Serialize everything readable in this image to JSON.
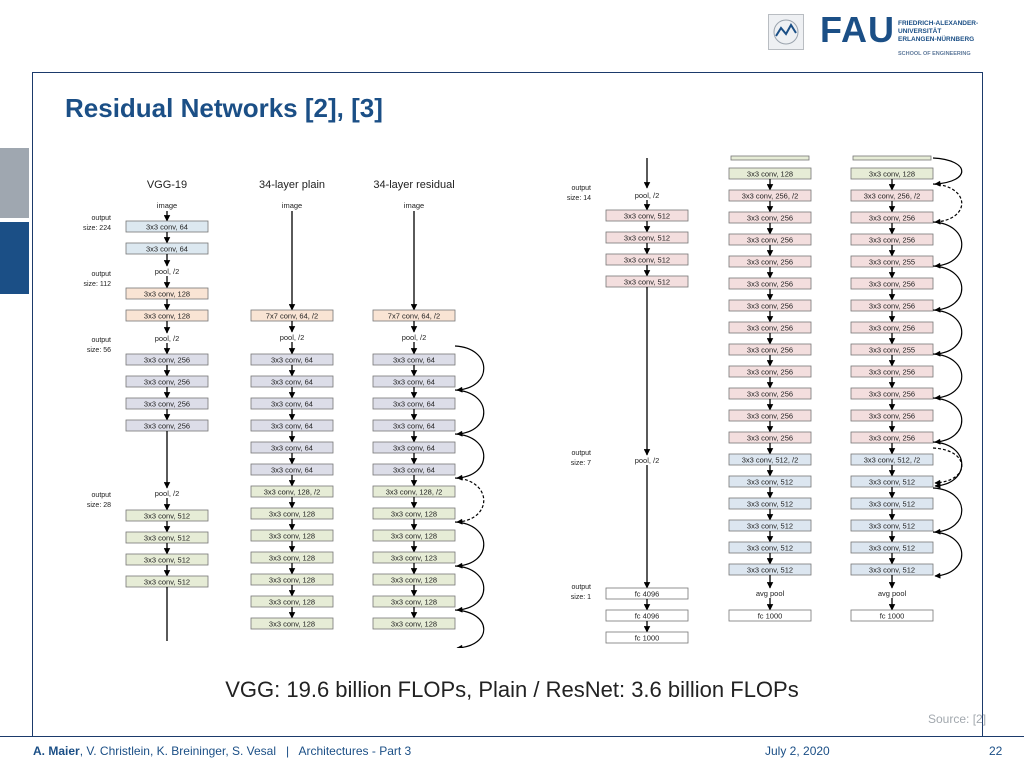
{
  "header": {
    "logo_text": "FAU",
    "university_lines": [
      "FRIEDRICH-ALEXANDER-",
      "UNIVERSITÄT",
      "ERLANGEN-NÜRNBERG"
    ],
    "school": "SCHOOL OF ENGINEERING"
  },
  "slide": {
    "title": "Residual Networks [2], [3]",
    "caption": "VGG: 19.6 billion FLOPs,  Plain / ResNet: 3.6 billion FLOPs",
    "source": "Source: [2]"
  },
  "footer": {
    "author_bold": "A. Maier",
    "authors_rest": ", V. Christlein, K. Breininger, S. Vesal",
    "separator": "|",
    "lecture": "Architectures - Part 3",
    "date": "July 2, 2020",
    "page": "22"
  },
  "figure": {
    "colors": {
      "conv64": "#dcdde8",
      "conv128": "#e6ecd6",
      "conv256": "#f3dede",
      "conv512": "#dce6f0",
      "fc": "#ffffff",
      "vgg64": "#dce8f0",
      "vgg128": "#f9e4d4",
      "vgg256": "#dcdde8",
      "vgg512": "#e6ecd6"
    },
    "headers": {
      "vgg": "VGG-19",
      "plain": "34-layer plain",
      "residual": "34-layer residual"
    },
    "image_label": "image",
    "output_labels": [
      [
        "output",
        "size: 224"
      ],
      [
        "output",
        "size: 112"
      ],
      [
        "output",
        "size: 56"
      ],
      [
        "output",
        "size: 28"
      ],
      [
        "output",
        "size: 14"
      ],
      [
        "output",
        "size: 7"
      ],
      [
        "output",
        "size: 1"
      ]
    ],
    "vgg_left": [
      {
        "label": "3x3 conv, 64",
        "t": "vgg64"
      },
      {
        "label": "3x3 conv, 64",
        "t": "vgg64"
      },
      {
        "label": "pool, /2",
        "t": "text"
      },
      {
        "label": "3x3 conv, 128",
        "t": "vgg128"
      },
      {
        "label": "3x3 conv, 128",
        "t": "vgg128"
      },
      {
        "label": "pool, /2",
        "t": "text"
      },
      {
        "label": "3x3 conv, 256",
        "t": "vgg256"
      },
      {
        "label": "3x3 conv, 256",
        "t": "vgg256"
      },
      {
        "label": "3x3 conv, 256",
        "t": "vgg256"
      },
      {
        "label": "3x3 conv, 256",
        "t": "vgg256"
      },
      {
        "label": "pool, /2",
        "t": "text"
      },
      {
        "label": "3x3 conv, 512",
        "t": "vgg512"
      },
      {
        "label": "3x3 conv, 512",
        "t": "vgg512"
      },
      {
        "label": "3x3 conv, 512",
        "t": "vgg512"
      },
      {
        "label": "3x3 conv, 512",
        "t": "vgg512"
      }
    ],
    "vgg_right": [
      {
        "label": "pool, /2",
        "t": "text"
      },
      {
        "label": "3x3 conv, 512",
        "t": "conv256"
      },
      {
        "label": "3x3 conv, 512",
        "t": "conv256"
      },
      {
        "label": "3x3 conv, 512",
        "t": "conv256"
      },
      {
        "label": "3x3 conv, 512",
        "t": "conv256"
      },
      {
        "label": "pool, /2",
        "t": "text"
      },
      {
        "label": "fc 4096",
        "t": "fc"
      },
      {
        "label": "fc 4096",
        "t": "fc"
      },
      {
        "label": "fc 1000",
        "t": "fc"
      }
    ],
    "plain_left": [
      {
        "label": "7x7 conv, 64, /2",
        "t": "vgg128"
      },
      {
        "label": "pool, /2",
        "t": "text"
      },
      {
        "label": "3x3 conv, 64",
        "t": "conv64"
      },
      {
        "label": "3x3 conv, 64",
        "t": "conv64"
      },
      {
        "label": "3x3 conv, 64",
        "t": "conv64"
      },
      {
        "label": "3x3 conv, 64",
        "t": "conv64"
      },
      {
        "label": "3x3 conv, 64",
        "t": "conv64"
      },
      {
        "label": "3x3 conv, 64",
        "t": "conv64"
      },
      {
        "label": "3x3 conv, 128, /2",
        "t": "conv128"
      },
      {
        "label": "3x3 conv, 128",
        "t": "conv128"
      },
      {
        "label": "3x3 conv, 128",
        "t": "conv128"
      },
      {
        "label": "3x3 conv, 128",
        "t": "conv128"
      },
      {
        "label": "3x3 conv, 128",
        "t": "conv128"
      },
      {
        "label": "3x3 conv, 128",
        "t": "conv128"
      },
      {
        "label": "3x3 conv, 128",
        "t": "conv128"
      }
    ],
    "residual_left": [
      {
        "label": "7x7 conv, 64, /2",
        "t": "vgg128"
      },
      {
        "label": "pool, /2",
        "t": "text"
      },
      {
        "label": "3x3 conv, 64",
        "t": "conv64"
      },
      {
        "label": "3x3 conv, 64",
        "t": "conv64"
      },
      {
        "label": "3x3 conv, 64",
        "t": "conv64"
      },
      {
        "label": "3x3 conv, 64",
        "t": "conv64"
      },
      {
        "label": "3x3 conv, 64",
        "t": "conv64"
      },
      {
        "label": "3x3 conv, 64",
        "t": "conv64"
      },
      {
        "label": "3x3 conv, 128, /2",
        "t": "conv128"
      },
      {
        "label": "3x3 conv, 128",
        "t": "conv128"
      },
      {
        "label": "3x3 conv, 128",
        "t": "conv128"
      },
      {
        "label": "3x3 conv, 123",
        "t": "conv128"
      },
      {
        "label": "3x3 conv, 128",
        "t": "conv128"
      },
      {
        "label": "3x3 conv, 128",
        "t": "conv128"
      },
      {
        "label": "3x3 conv, 128",
        "t": "conv128"
      }
    ],
    "plain_right": [
      {
        "label": "3x3 conv, 128",
        "t": "conv128"
      },
      {
        "label": "3x3 conv, 256, /2",
        "t": "conv256"
      },
      {
        "label": "3x3 conv, 256",
        "t": "conv256"
      },
      {
        "label": "3x3 conv, 256",
        "t": "conv256"
      },
      {
        "label": "3x3 conv, 256",
        "t": "conv256"
      },
      {
        "label": "3x3 conv, 256",
        "t": "conv256"
      },
      {
        "label": "3x3 conv, 256",
        "t": "conv256"
      },
      {
        "label": "3x3 conv, 256",
        "t": "conv256"
      },
      {
        "label": "3x3 conv, 256",
        "t": "conv256"
      },
      {
        "label": "3x3 conv, 256",
        "t": "conv256"
      },
      {
        "label": "3x3 conv, 256",
        "t": "conv256"
      },
      {
        "label": "3x3 conv, 256",
        "t": "conv256"
      },
      {
        "label": "3x3 conv, 256",
        "t": "conv256"
      },
      {
        "label": "3x3 conv, 512, /2",
        "t": "conv512"
      },
      {
        "label": "3x3 conv, 512",
        "t": "conv512"
      },
      {
        "label": "3x3 conv, 512",
        "t": "conv512"
      },
      {
        "label": "3x3 conv, 512",
        "t": "conv512"
      },
      {
        "label": "3x3 conv, 512",
        "t": "conv512"
      },
      {
        "label": "3x3 conv, 512",
        "t": "conv512"
      },
      {
        "label": "avg pool",
        "t": "text"
      },
      {
        "label": "fc 1000",
        "t": "fc"
      }
    ],
    "residual_right": [
      {
        "label": "3x3 conv, 128",
        "t": "conv128"
      },
      {
        "label": "3x3 conv, 256, /2",
        "t": "conv256"
      },
      {
        "label": "3x3 conv, 256",
        "t": "conv256"
      },
      {
        "label": "3x3 conv, 256",
        "t": "conv256"
      },
      {
        "label": "3x3 conv, 255",
        "t": "conv256"
      },
      {
        "label": "3x3 conv, 256",
        "t": "conv256"
      },
      {
        "label": "3x3 conv, 256",
        "t": "conv256"
      },
      {
        "label": "3x3 conv, 256",
        "t": "conv256"
      },
      {
        "label": "3x3 conv, 255",
        "t": "conv256"
      },
      {
        "label": "3x3 conv, 256",
        "t": "conv256"
      },
      {
        "label": "3x3 conv, 256",
        "t": "conv256"
      },
      {
        "label": "3x3 conv, 256",
        "t": "conv256"
      },
      {
        "label": "3x3 conv, 256",
        "t": "conv256"
      },
      {
        "label": "3x3 conv, 512, /2",
        "t": "conv512"
      },
      {
        "label": "3x3 conv, 512",
        "t": "conv512"
      },
      {
        "label": "3x3 conv, 512",
        "t": "conv512"
      },
      {
        "label": "3x3 conv, 512",
        "t": "conv512"
      },
      {
        "label": "3x3 conv, 512",
        "t": "conv512"
      },
      {
        "label": "3x3 conv, 512",
        "t": "conv512"
      },
      {
        "label": "avg pool",
        "t": "text"
      },
      {
        "label": "fc 1000",
        "t": "fc"
      }
    ]
  }
}
